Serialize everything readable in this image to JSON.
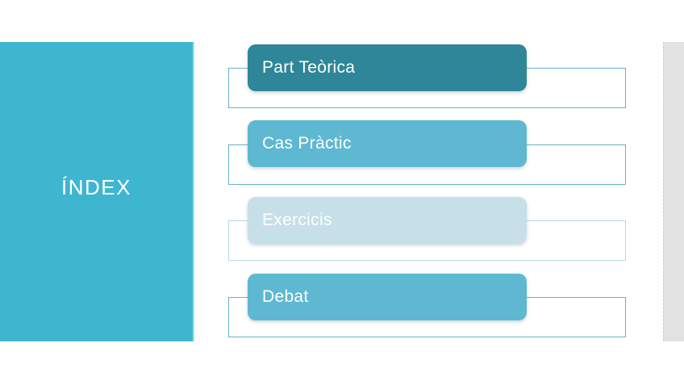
{
  "slide": {
    "title": "ÍNDEX",
    "items": [
      {
        "label": "Part Teòrica",
        "fill": "#2f8698",
        "text_color": "#ffffff",
        "outline_color": "#66b3c6"
      },
      {
        "label": "Cas Pràctic",
        "fill": "#5fb8d1",
        "text_color": "#ffffff",
        "outline_color": "#66b3c6"
      },
      {
        "label": "Exercicis",
        "fill": "#c6dfe9",
        "text_color": "#ffffff",
        "outline_color": "#b7d9e4"
      },
      {
        "label": "Debat",
        "fill": "#5fb8d1",
        "text_color": "#ffffff",
        "outline_color": "#66b3c6"
      }
    ],
    "colors": {
      "background": "#ffffff",
      "sidebar_band": "#3eb6d0",
      "sidebar_text": "#ffffff",
      "right_strip": "#e3e3e3"
    }
  }
}
